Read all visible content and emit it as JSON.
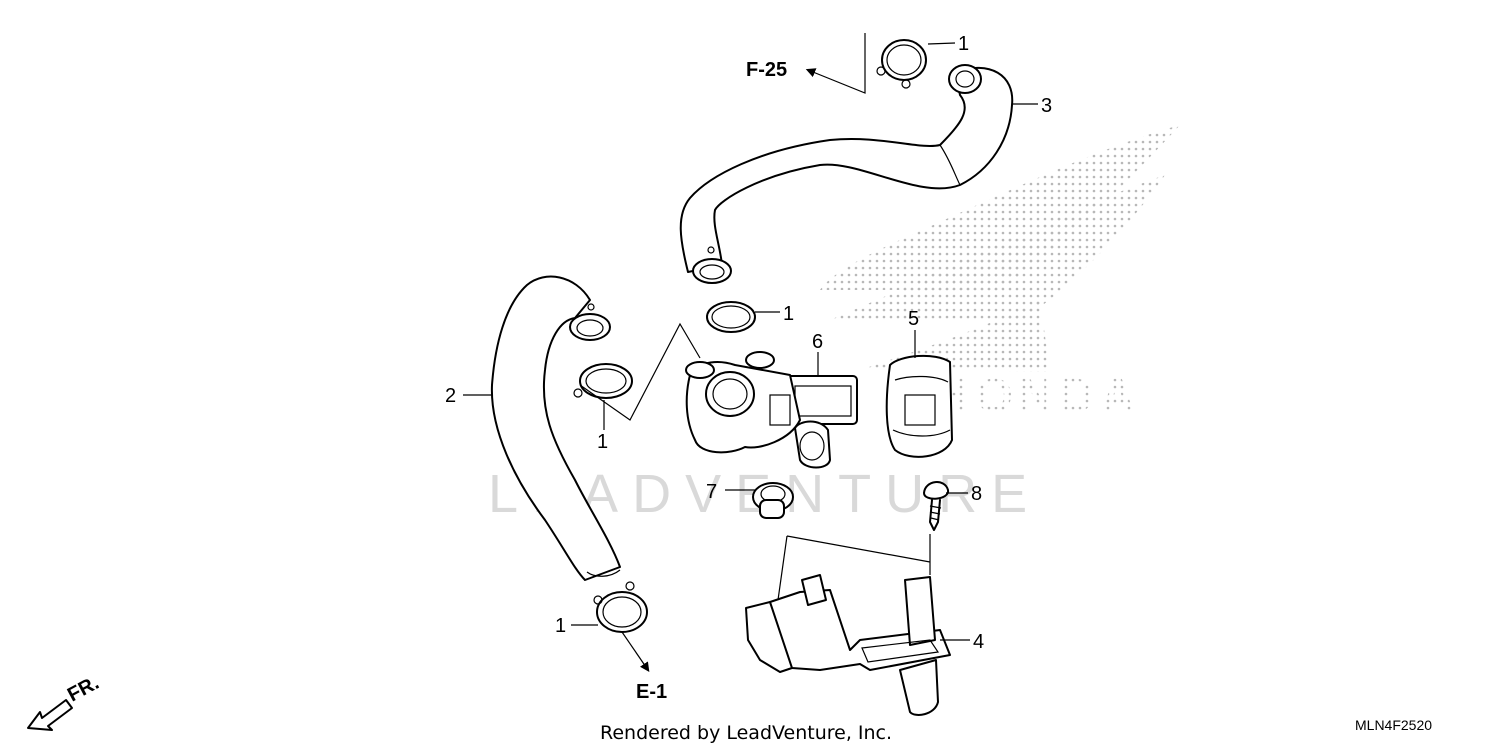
{
  "watermark": {
    "text": "LEADVENTURE"
  },
  "brand_watermark": {
    "text": "HONDA"
  },
  "callouts": {
    "c1_top": "1",
    "c3": "3",
    "c1_mid": "1",
    "c6": "6",
    "c5": "5",
    "c2": "2",
    "c1_left": "1",
    "c7": "7",
    "c8": "8",
    "c1_bottom": "1",
    "c4": "4"
  },
  "references": {
    "f25": "F-25",
    "e1": "E-1"
  },
  "front_indicator": "FR.",
  "footer": {
    "credit": "Rendered by LeadVenture, Inc.",
    "diagram_code": "MLN4F2520"
  },
  "colors": {
    "line": "#000000",
    "watermark": "#d9d9d9",
    "dots": "#b5b5b5"
  }
}
